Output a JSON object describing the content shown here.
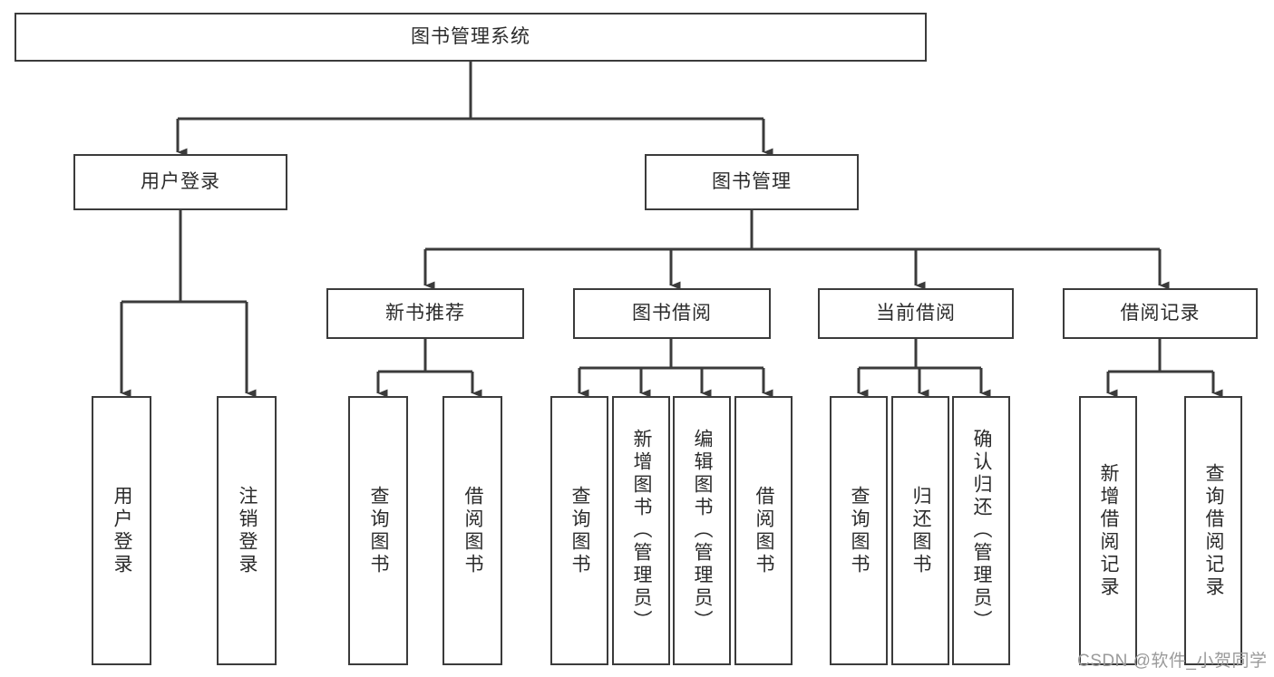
{
  "diagram": {
    "type": "hierarchy-tree",
    "title": "图书管理系统",
    "watermark": "CSDN @软件_小贺同学",
    "colors": {
      "box_border": "#3b3b3b",
      "box_fill": "#ffffff",
      "text": "#2b2b2b",
      "connector": "#3b3b3b",
      "watermark": "#9a9a9a"
    },
    "root": {
      "label": "图书管理系统"
    },
    "level2": [
      {
        "label": "用户登录"
      },
      {
        "label": "图书管理"
      }
    ],
    "level3": [
      {
        "label": "新书推荐"
      },
      {
        "label": "图书借阅"
      },
      {
        "label": "当前借阅"
      },
      {
        "label": "借阅记录"
      }
    ],
    "leaves": {
      "user_login": [
        {
          "label": "用户登录"
        },
        {
          "label": "注销登录"
        }
      ],
      "new_book": [
        {
          "label": "查询图书"
        },
        {
          "label": "借阅图书"
        }
      ],
      "book_borrow": [
        {
          "label": "查询图书"
        },
        {
          "label": "新增图书（管理员）"
        },
        {
          "label": "编辑图书（管理员）"
        },
        {
          "label": "借阅图书"
        }
      ],
      "current_borrow": [
        {
          "label": "查询图书"
        },
        {
          "label": "归还图书"
        },
        {
          "label": "确认归还（管理员）"
        }
      ],
      "borrow_record": [
        {
          "label": "新增借阅记录"
        },
        {
          "label": "查询借阅记录"
        }
      ]
    }
  }
}
